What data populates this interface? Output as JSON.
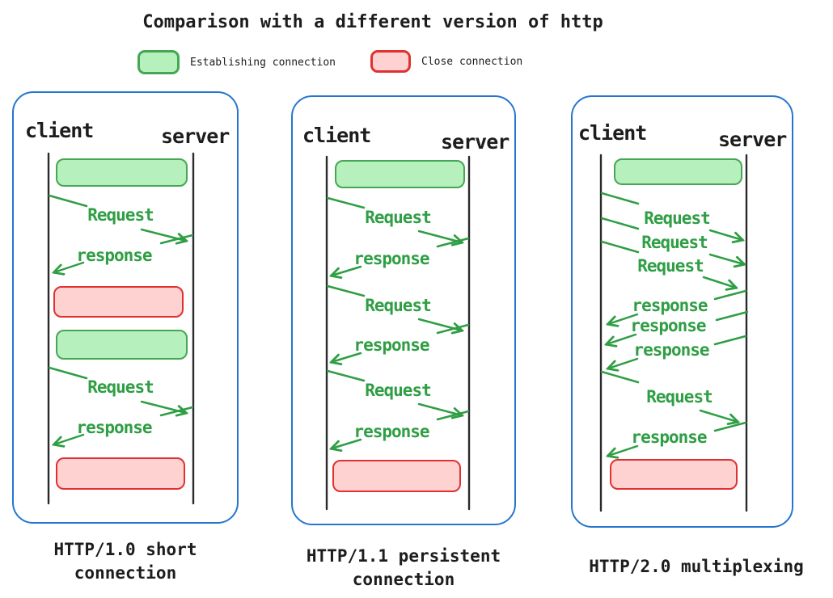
{
  "title": "Comparison with a different version of http",
  "legend": {
    "establish_label": "Establishing connection",
    "close_label": "Close connection"
  },
  "colors": {
    "establish_fill": "#b6f0bd",
    "establish_border": "#46a654",
    "close_fill": "#ffd2d2",
    "close_border": "#e03131",
    "arrow_green": "#2f9e44",
    "panel_border": "#2575d0"
  },
  "panels": [
    {
      "client": "client",
      "server": "server",
      "caption_lines": [
        "HTTP/1.0 short",
        "connection"
      ],
      "events": [
        {
          "type": "establish-connection"
        },
        {
          "type": "request",
          "label": "Request"
        },
        {
          "type": "response",
          "label": "response"
        },
        {
          "type": "close-connection"
        },
        {
          "type": "establish-connection"
        },
        {
          "type": "request",
          "label": "Request"
        },
        {
          "type": "response",
          "label": "response"
        },
        {
          "type": "close-connection"
        }
      ]
    },
    {
      "client": "client",
      "server": "server",
      "caption_lines": [
        "HTTP/1.1 persistent",
        "connection"
      ],
      "events": [
        {
          "type": "establish-connection"
        },
        {
          "type": "request",
          "label": "Request"
        },
        {
          "type": "response",
          "label": "response"
        },
        {
          "type": "request",
          "label": "Request"
        },
        {
          "type": "response",
          "label": "response"
        },
        {
          "type": "request",
          "label": "Request"
        },
        {
          "type": "response",
          "label": "response"
        },
        {
          "type": "close-connection"
        }
      ]
    },
    {
      "client": "client",
      "server": "server",
      "caption_lines": [
        "HTTP/2.0 multiplexing"
      ],
      "events": [
        {
          "type": "establish-connection"
        },
        {
          "type": "request",
          "label": "Request"
        },
        {
          "type": "request",
          "label": "Request"
        },
        {
          "type": "request",
          "label": "Request"
        },
        {
          "type": "response",
          "label": "response"
        },
        {
          "type": "response",
          "label": "response"
        },
        {
          "type": "response",
          "label": "response"
        },
        {
          "type": "request",
          "label": "Request"
        },
        {
          "type": "response",
          "label": "response"
        },
        {
          "type": "close-connection"
        }
      ]
    }
  ]
}
